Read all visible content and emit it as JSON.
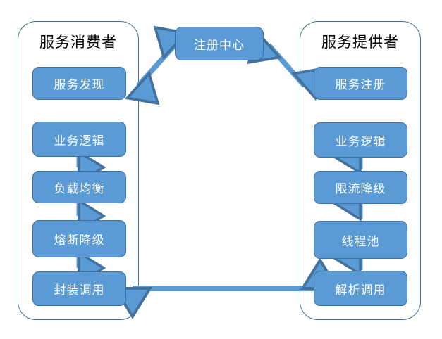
{
  "diagram": {
    "title_consumer": "服务消费者",
    "title_provider": "服务提供者",
    "registry": {
      "label": "注册中心"
    },
    "consumer_nodes": [
      {
        "label": "服务发现"
      },
      {
        "label": "业务逻辑"
      },
      {
        "label": "负载均衡"
      },
      {
        "label": "熔断降级"
      },
      {
        "label": "封装调用"
      }
    ],
    "provider_nodes": [
      {
        "label": "服务注册"
      },
      {
        "label": "业务逻辑"
      },
      {
        "label": "限流降级"
      },
      {
        "label": "线程池"
      },
      {
        "label": "解析调用"
      }
    ],
    "connectors": [
      {
        "name": "consumer-discovery-to-registry",
        "kind": "double-headed-diagonal"
      },
      {
        "name": "registry-to-provider-register",
        "kind": "double-headed-diagonal"
      },
      {
        "name": "consumer-business-to-loadbalance",
        "kind": "down-arrow"
      },
      {
        "name": "consumer-loadbalance-to-circuitbreaker",
        "kind": "down-arrow"
      },
      {
        "name": "consumer-circuitbreaker-to-wrapcall",
        "kind": "down-arrow"
      },
      {
        "name": "provider-parsecall-to-threadpool",
        "kind": "up-arrow"
      },
      {
        "name": "provider-threadpool-to-ratelimit",
        "kind": "up-arrow"
      },
      {
        "name": "provider-ratelimit-to-business",
        "kind": "up-arrow"
      },
      {
        "name": "wrapcall-to-parsecall",
        "kind": "double-headed-horizontal"
      }
    ],
    "colors": {
      "node_fill": "#5B9BD5",
      "node_border": "#41719C",
      "panel_border": "#41719C",
      "arrow": "#5B9BD5",
      "arrow_border": "#41719C",
      "node_text": "#FFFFFF",
      "title_text": "#000000",
      "background": "#FFFFFF"
    }
  }
}
